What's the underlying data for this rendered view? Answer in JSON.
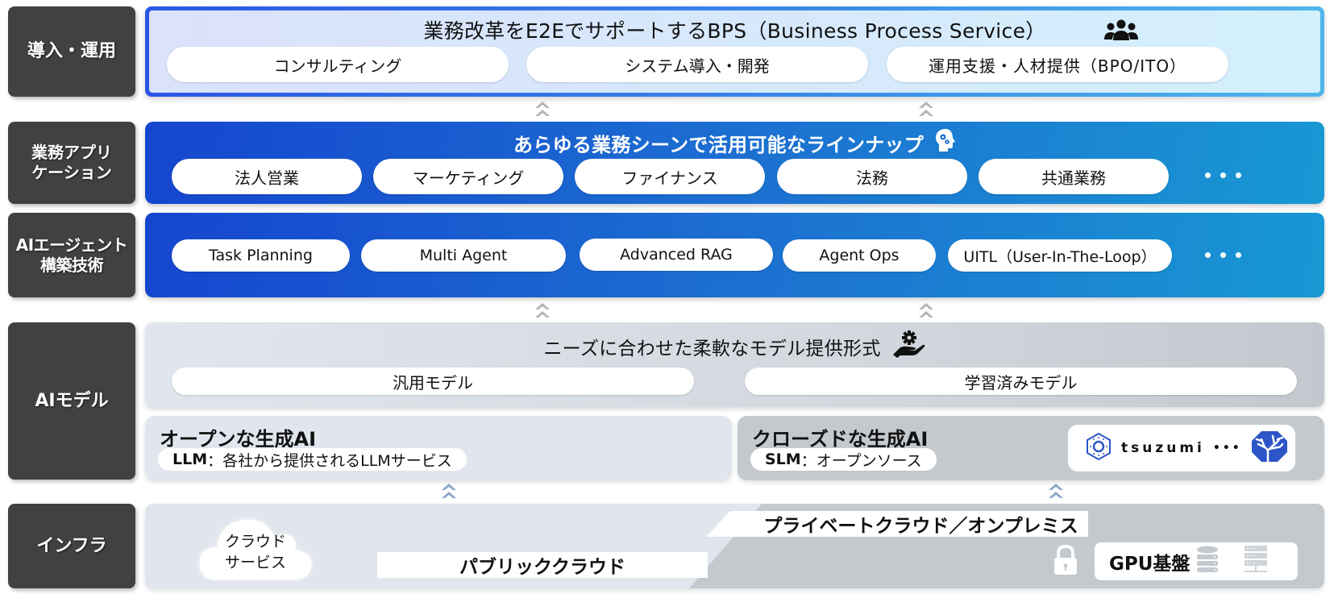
{
  "layers": [
    {
      "label": "導入・運用",
      "title": "業務改革をE2EでサポートするBPS（Business Process Service）",
      "title_icon": "people-group-icon",
      "items": [
        "コンサルティング",
        "システム導入・開発",
        "運用支援・人材提供（BPO/ITO）"
      ]
    },
    {
      "label_line1": "業務アプリ",
      "label_line2": "ケーション",
      "title": "あらゆる業務シーンで活用可能なラインナップ",
      "title_icon": "head-gears-icon",
      "items": [
        "法人営業",
        "マーケティング",
        "ファイナンス",
        "法務",
        "共通業務"
      ],
      "more": "…"
    },
    {
      "label_line1": "AIエージェント",
      "label_line2": "構築技術",
      "items": [
        "Task Planning",
        "Multi Agent",
        "Advanced RAG",
        "Agent Ops",
        "UITL（User-In-The-Loop）"
      ],
      "more": "…"
    },
    {
      "label": "AIモデル",
      "title": "ニーズに合わせた柔軟なモデル提供形式",
      "title_icon": "hand-gear-icon",
      "items": [
        "汎用モデル",
        "学習済みモデル"
      ],
      "open": {
        "title": "オープンな生成AI",
        "desc_bold": "LLM",
        "desc": "：各社から提供されるLLMサービス"
      },
      "closed": {
        "title": "クローズドな生成AI",
        "desc_bold": "SLM",
        "desc": "：オープンソース",
        "logo_text": "tsuzumi",
        "logo_more": "•••"
      }
    },
    {
      "label": "インフラ",
      "cloud_line1": "クラウド",
      "cloud_line2": "サービス",
      "public": "パブリッククラウド",
      "private": "プライベートクラウド／オンプレミス",
      "gpu": "GPU基盤"
    }
  ],
  "colors": {
    "label_bg": "#414141",
    "bps_border_start": "#2a56e6",
    "bps_border_end": "#4fb6ec",
    "app_gradient_start": "#1546cf",
    "app_gradient_end": "#1898d3",
    "model_bg": "#e1e6ee",
    "closed_bg": "#c4c9ce",
    "arrow_gray": "#b0b4b8",
    "arrow_blue": "#8ea6c8",
    "logo_blue": "#2d55c8"
  }
}
